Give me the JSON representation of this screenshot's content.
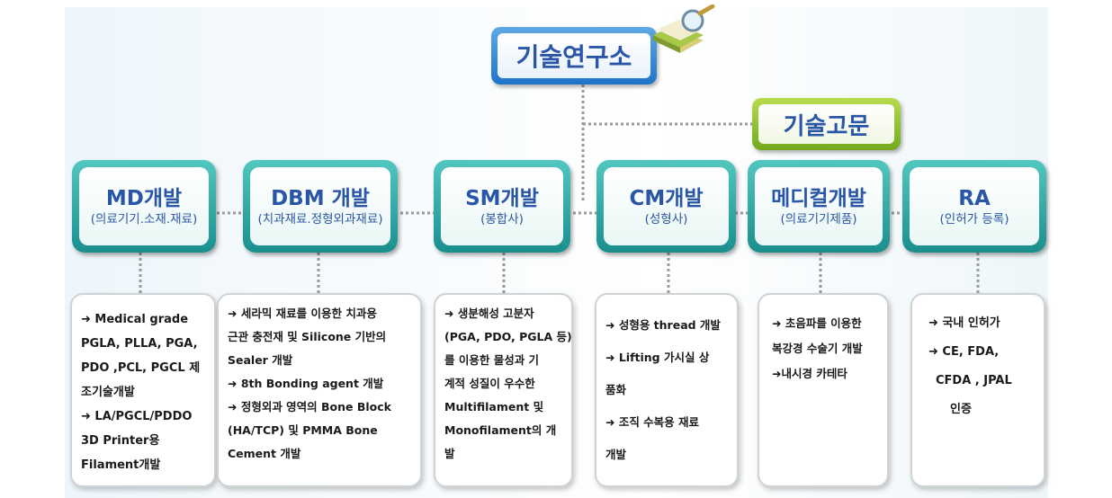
{
  "headquarters": {
    "label": "기술연구소"
  },
  "advisor": {
    "label": "기술고문"
  },
  "departments": [
    {
      "title": "MD개발",
      "subtitle": "(의료기기.소재.재료)"
    },
    {
      "title": "DBM 개발",
      "subtitle": "(치과재료.정형외과재료)"
    },
    {
      "title": "SM개발",
      "subtitle": "(봉합사)"
    },
    {
      "title": "CM개발",
      "subtitle": "(성형사)"
    },
    {
      "title": "메디컬개발",
      "subtitle": "(의료기기제품)"
    },
    {
      "title": "RA",
      "subtitle": "(인허가 등록)"
    }
  ],
  "detail_boxes": [
    {
      "lines": [
        "➜ Medical grade",
        "PGLA, PLLA, PGA,",
        "PDO ,PCL, PGCL 제",
        "조기술개발",
        "➜ LA/PGCL/PDDO",
        "3D Printer용",
        "Filament개발"
      ]
    },
    {
      "lines": [
        "➜ 세라믹 재료를 이용한 치과용",
        "근관 충전재 및 Silicone 기반의",
        "Sealer 개발",
        "➜ 8th Bonding agent 개발",
        "➜ 정형외과 영역의 Bone Block",
        "(HA/TCP) 및 PMMA Bone",
        "Cement 개발"
      ]
    },
    {
      "lines": [
        "➜ 생분해성 고분자",
        "(PGA, PDO, PGLA 등)",
        "를 이용한 물성과 기",
        "계적 성질이 우수한",
        "Multifilament 및",
        "Monofilament의 개",
        "발"
      ]
    },
    {
      "lines": [
        "➜ 성형용 thread 개발",
        "➜ Lifting 가시실 상",
        "품화",
        "➜ 조직 수복용 재료",
        "개발"
      ]
    },
    {
      "lines": [
        "➜ 초음파를 이용한",
        "복강경 수술기 개발",
        "",
        "➜내시경 카테타"
      ]
    },
    {
      "lines": [
        "➜ 국내 인허가",
        "➜ CE, FDA,",
        "CFDA , JPAL",
        "인증"
      ]
    }
  ],
  "colors": {
    "title_text": "#2a56a8",
    "hq_frame": "#1f74c9",
    "advisor_frame": "#73a91e",
    "dept_frame": "#1a8f8e",
    "connector": "#9a9a9a"
  }
}
